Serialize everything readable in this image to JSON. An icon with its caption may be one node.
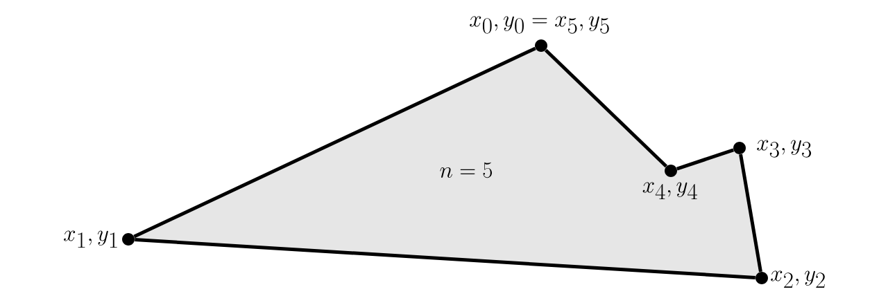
{
  "diagram": {
    "nodes": [
      {
        "text": [],
        "shape": "circle",
        "beside": [
          "x_0, y_0 = x_5, y_5"
        ]
      },
      {
        "text": [],
        "shape": "circle",
        "beside": [
          "x_1, y_1"
        ]
      },
      {
        "text": [],
        "shape": "circle",
        "beside": [
          "x_2, y_2"
        ]
      },
      {
        "text": [],
        "shape": "circle",
        "beside": [
          "x_3, y_3"
        ]
      },
      {
        "text": [],
        "shape": "circle",
        "beside": [
          "x_4, y_4"
        ]
      }
    ],
    "edges": [
      {
        "from": 0,
        "to": 1,
        "arrow": "none"
      },
      {
        "from": 1,
        "to": 2,
        "arrow": "none"
      },
      {
        "from": 2,
        "to": 3,
        "arrow": "none"
      },
      {
        "from": 3,
        "to": 4,
        "arrow": "none"
      },
      {
        "from": 4,
        "to": 0,
        "arrow": "none"
      }
    ],
    "labels": [
      "n = 5"
    ]
  }
}
